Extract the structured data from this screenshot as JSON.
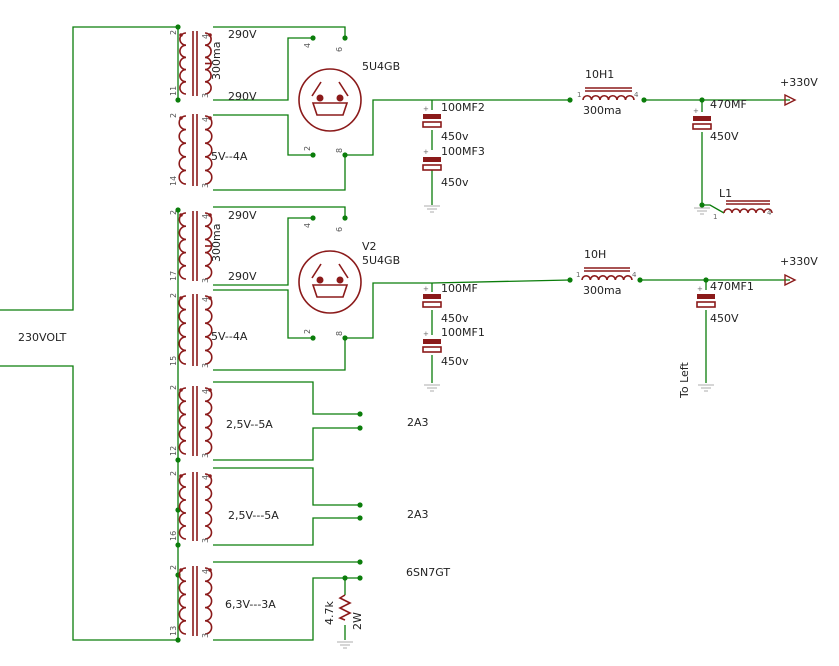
{
  "mains_label": "230VOLT",
  "transformers": [
    {
      "top": "2",
      "bottom": "11",
      "sec1": "290V",
      "sec2": "290V",
      "rating": "300ma"
    },
    {
      "top": "2",
      "bottom": "14",
      "sec": "5V--4A"
    },
    {
      "top": "2",
      "bottom": "17",
      "sec1": "290V",
      "sec2": "290V",
      "rating": "300ma"
    },
    {
      "top": "2",
      "bottom": "15",
      "sec": "5V--4A"
    },
    {
      "top": "2",
      "bottom": "12",
      "sec": "2,5V--5A"
    },
    {
      "top": "2",
      "bottom": "16",
      "sec": "2,5V---5A"
    },
    {
      "top": "2",
      "bottom": "13",
      "sec": "6,3V---3A"
    }
  ],
  "secondary_pins": {
    "a": "4",
    "b": "3"
  },
  "tubes": [
    {
      "ref": "",
      "type": "5U4GB",
      "pins": {
        "p4": "4",
        "p6": "6",
        "p2": "2",
        "p8": "8"
      }
    },
    {
      "ref": "V2",
      "type": "5U4GB",
      "pins": {
        "p4": "4",
        "p6": "6",
        "p2": "2",
        "p8": "8"
      }
    }
  ],
  "capacitors": {
    "c_a1": {
      "name": "100MF2",
      "value": "450v"
    },
    "c_a2": {
      "name": "100MF3",
      "value": "450v"
    },
    "c_a3": {
      "name": "470MF",
      "value": "450V"
    },
    "c_b1": {
      "name": "100MF",
      "value": "450v"
    },
    "c_b2": {
      "name": "100MF1",
      "value": "450v"
    },
    "c_b3": {
      "name": "470MF1",
      "value": "450V"
    }
  },
  "chokes": {
    "l_a": {
      "name": "10H1",
      "value": "300ma",
      "pin1": "1",
      "pin4": "4"
    },
    "l_b": {
      "name": "10H",
      "value": "300ma",
      "pin1": "1",
      "pin4": "4"
    },
    "l1": {
      "name": "L1",
      "pin1": "1",
      "pin4": "4"
    }
  },
  "outputs": {
    "a": "+330V",
    "b": "+330V"
  },
  "notes": {
    "to_left": "To Left"
  },
  "heater_labels": {
    "h1": "2A3",
    "h2": "2A3",
    "h3": "6SN7GT"
  },
  "resistor": {
    "value": "4.7k",
    "power": "2W"
  },
  "colors": {
    "wire": "#0b7d0b",
    "component": "#8b1a1a",
    "ground": "#9a9a9a"
  }
}
